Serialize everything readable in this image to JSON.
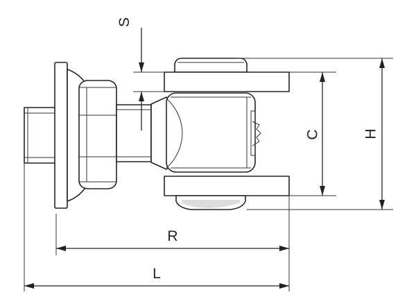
{
  "dimensions": {
    "s": "S",
    "c": "C",
    "h": "H",
    "r": "R",
    "l": "L"
  }
}
